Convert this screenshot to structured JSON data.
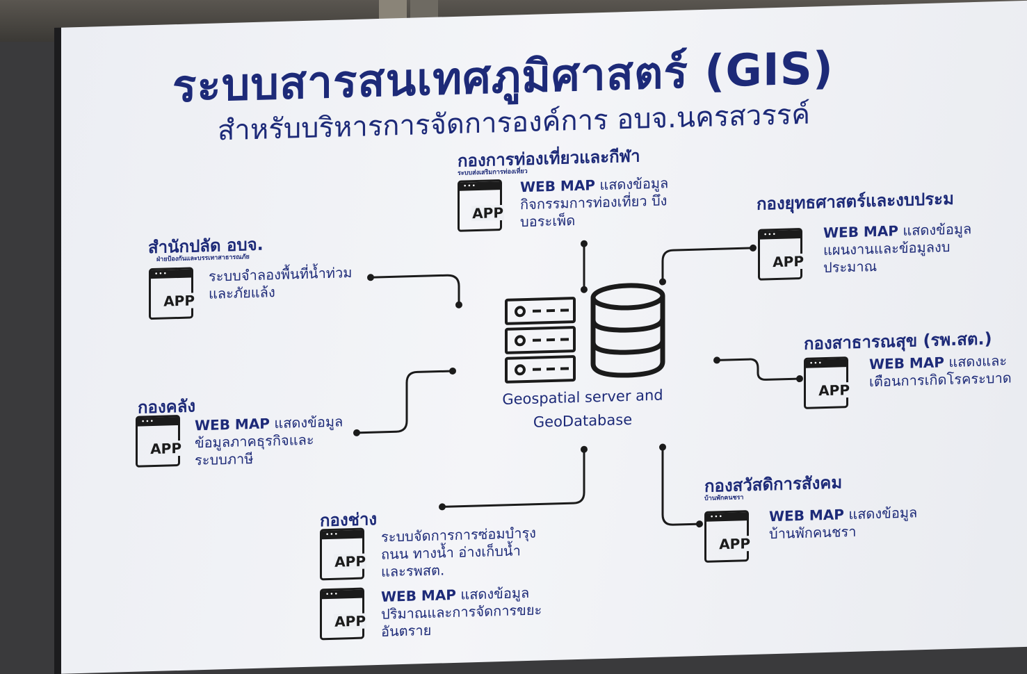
{
  "title": {
    "main": "ระบบสารสนเทศภูมิศาสตร์",
    "gis": "(GIS)"
  },
  "subtitle": "สำหรับบริหารการจัดการองค์การ อบจ.นครสวรรค์",
  "center": {
    "line1": "Geospatial server and",
    "line2": "GeoDatabase"
  },
  "app_label": "APP",
  "departments": {
    "tourism": {
      "name": "กองการท่องเที่ยวและกีฬา",
      "sub": "ระบบส่งเสริมการท่องเที่ยว",
      "desc": {
        "bold": "WEB MAP",
        "l1": " แสดงข้อมูล",
        "l2": "กิจกรรมการท่องเที่ยว บึง",
        "l3": "บอระเพ็ด"
      }
    },
    "strategy": {
      "name": "กองยุทธศาสตร์และงบประม",
      "desc": {
        "bold": "WEB MAP",
        "l1": " แสดงข้อมูล",
        "l2": "แผนงานและข้อมูลงบ",
        "l3": "ประมาณ"
      }
    },
    "palad": {
      "name": "สำนักปลัด อบจ.",
      "sub": "ฝ่ายป้องกันและบรรเทาสาธารณภัย",
      "desc": {
        "l1": "ระบบจำลองพื้นที่น้ำท่วม",
        "l2": "และภัยแล้ง"
      }
    },
    "health": {
      "name": "กองสาธารณสุข (รพ.สต.)",
      "desc": {
        "bold": "WEB MAP",
        "l1": " แสดงและ",
        "l2": "เตือนการเกิดโรคระบาด"
      }
    },
    "finance": {
      "name": "กองคลัง",
      "desc": {
        "bold": "WEB MAP",
        "l1": " แสดงข้อมูล",
        "l2": "ข้อมูลภาคธุรกิจและ",
        "l3": "ระบบภาษี"
      }
    },
    "welfare": {
      "name": "กองสวัสดิการสังคม",
      "sub": "บ้านพักคนชรา",
      "desc": {
        "bold": "WEB MAP",
        "l1": " แสดงข้อมูล",
        "l2": "บ้านพักคนชรา"
      }
    },
    "engineering": {
      "name": "กองช่าง",
      "desc1": {
        "l1": "ระบบจัดการการซ่อมบำรุง",
        "l2": "ถนน ทางน้ำ อ่างเก็บน้ำ",
        "l3": "และรพสต."
      },
      "desc2": {
        "bold": "WEB MAP",
        "l1": " แสดงข้อมูล",
        "l2": "ปริมาณและการจัดการขยะ",
        "l3": "อันตราย"
      }
    }
  }
}
